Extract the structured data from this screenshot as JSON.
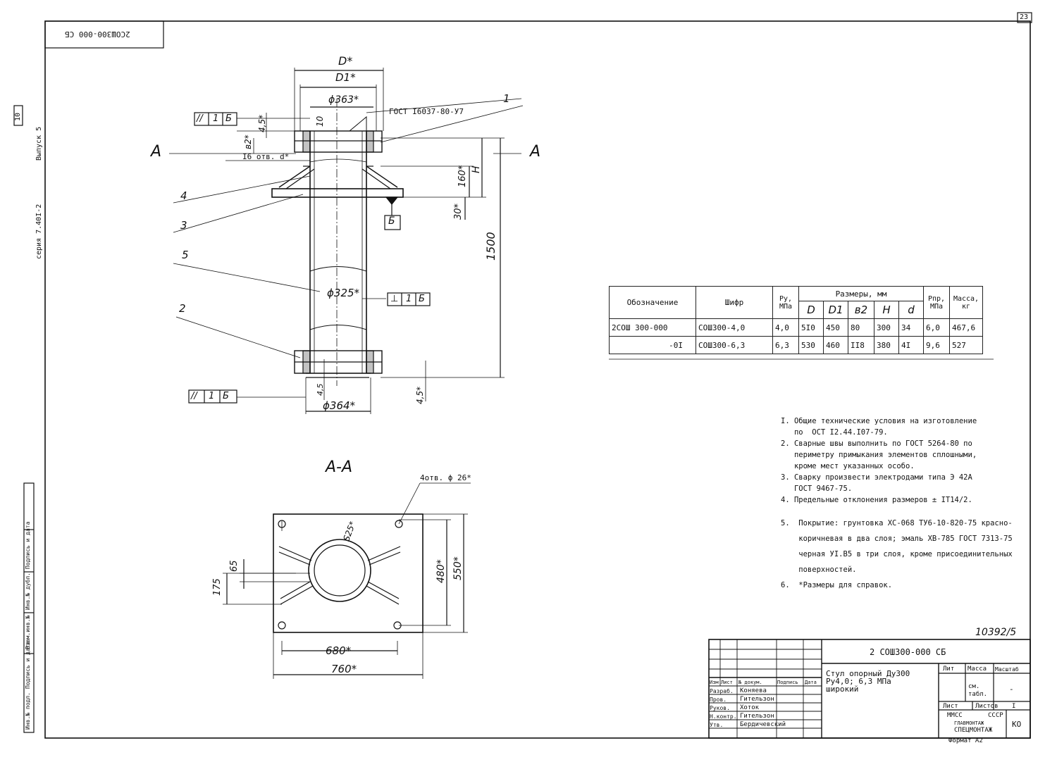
{
  "sheet": {
    "number": "23",
    "code_mirrored": "2СОШ300-000 СБ",
    "series": "серия 7.40I-2",
    "issue": "Выпуск 5",
    "issue_short": "10"
  },
  "side_strip": [
    "Инв.№ подл.",
    "Подпись и дата",
    "Взам.инв.№",
    "Инв.№ дубл.",
    "Подпись и дата"
  ],
  "section": {
    "left_marker": "А",
    "right_marker": "А",
    "title": "А-А"
  },
  "leaders": [
    "1",
    "2",
    "3",
    "4",
    "5"
  ],
  "datum": {
    "label": "Б"
  },
  "frames": {
    "parallel_top": [
      "//",
      "1",
      "Б"
    ],
    "perp_mid": [
      "⊥",
      "1",
      "Б"
    ],
    "parallel_bottom": [
      "//",
      "1",
      "Б"
    ]
  },
  "dims": {
    "D": "D*",
    "D1": "D1*",
    "d363": "ϕ363*",
    "gost": "ГОСТ I6037-80-У7",
    "d10": "10",
    "d45a": "4,5*",
    "b2": "в2*",
    "holes": "I6 отв. d*",
    "H": "H",
    "d160": "160*",
    "d30": "30*",
    "d1500": "1500",
    "d325": "ϕ325*",
    "d364": "ϕ364*",
    "d45b": "4,5",
    "d45c": "4,5*",
    "holes4": "4отв. ϕ 26*",
    "s25": "S25*",
    "d65": "65",
    "d175": "175",
    "d480": "480*",
    "d550": "550*",
    "d680": "680*",
    "d760": "760*"
  },
  "table": {
    "headers": {
      "designation": "Обозначение",
      "code": "Шифр",
      "py": "Ру, МПа",
      "sizes": "Размеры, мм",
      "ppr": "Рпр, МПа",
      "mass": "Масса, кг"
    },
    "sub": [
      "D",
      "D1",
      "в2",
      "H",
      "d"
    ],
    "rows": [
      {
        "designation": "2СОШ 300-000",
        "code": "СОШ300-4,0",
        "py": "4,0",
        "D": "5I0",
        "D1": "450",
        "b2": "80",
        "H": "300",
        "d": "34",
        "ppr": "6,0",
        "mass": "467,6"
      },
      {
        "designation": "-0I",
        "code": "СОШ300-6,3",
        "py": "6,3",
        "D": "530",
        "D1": "460",
        "b2": "II8",
        "H": "380",
        "d": "4I",
        "ppr": "9,6",
        "mass": "527"
      }
    ]
  },
  "notes": [
    "I. Общие технические условия на изготовление",
    "   по  ОСТ I2.44.I07-79.",
    "2. Сварные швы выполнить по ГОСТ 5264-80 по",
    "   периметру примыкания элементов сплошными,",
    "   кроме мест указанных особо.",
    "3. Сварку произвести электродами типа Э 42А",
    "   ГОСТ 9467-75.",
    "4. Предельные отклонения размеров ± IT14/2."
  ],
  "notes2": [
    "5.  Покрытие: грунтовка ХС-068 ТУ6-10-820-75 красно-",
    "    коричневая в два слоя; эмаль ХВ-785 ГОСТ 7313-75",
    "    черная УI.В5 в три слоя, кроме присоединительных",
    "    поверхностей.",
    "6.  *Размеры для справок."
  ],
  "stamp": {
    "doc_number": "10392/5",
    "code": "2 СОШ300-000 СБ",
    "title_lines": [
      "Стул опорный Ду300",
      "Ру4,0; 6,3 МПа",
      "широкий"
    ],
    "head": [
      "Изм",
      "Лист",
      "№ докум.",
      "Подпись",
      "Дата"
    ],
    "roles": [
      {
        "role": "Разраб.",
        "name": "Коняева"
      },
      {
        "role": "Пров.",
        "name": "Гительзон"
      },
      {
        "role": "Руков.",
        "name": "Хоток"
      },
      {
        "role": "Н.контр.",
        "name": "Гительзон"
      },
      {
        "role": "Утв.",
        "name": "Бердичевский"
      }
    ],
    "lit": "Лит",
    "mass": "Масса",
    "scale": "Масштаб",
    "mass_val": "см. табл.",
    "scale_val": "-",
    "sheet": "Лист",
    "sheets": "Листов",
    "sheets_val": "I",
    "org": [
      "ММСС",
      "СССР",
      "ГЛАВМОНТАЖ",
      "СПЕЦМОНТАЖ"
    ],
    "org_code": "КО",
    "format": "Формат А2"
  },
  "colors": {
    "ink": "#111111",
    "paper": "#ffffff"
  }
}
